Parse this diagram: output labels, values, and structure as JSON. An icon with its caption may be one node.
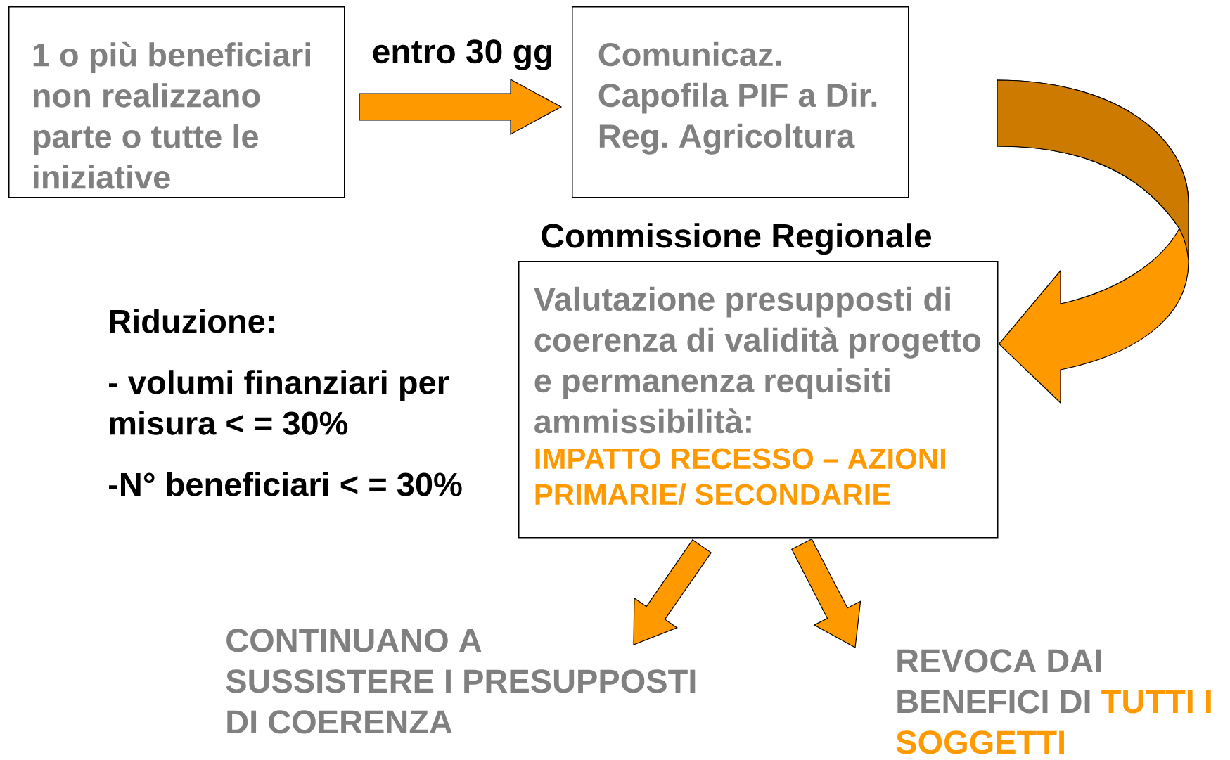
{
  "diagram": {
    "nodes": [
      {
        "text": [
          "1 o più beneficiari non realizzano parte o tutte le iniziative"
        ]
      },
      {
        "text": [
          "Comunicaz. Capofila PIF a Dir. Reg. Agricoltura"
        ]
      },
      {
        "text": [
          "Commissione Regionale",
          "Valutazione presupposti di coerenza di validità progetto e permanenza requisiti ammissibilità:",
          "IMPATTO RECESSO – AZIONI PRIMARIE/ SECONDARIE"
        ]
      },
      {
        "text": [
          "CONTINUANO A SUSSISTERE I PRESUPPOSTI DI COERENZA"
        ]
      },
      {
        "text": [
          "REVOCA DAI BENEFICI DI",
          "TUTTI I SOGGETTI"
        ]
      }
    ],
    "edges": [
      {
        "from": 0,
        "to": 1,
        "arrow": "to",
        "label": "entro 30 gg"
      },
      {
        "from": 1,
        "to": 2,
        "arrow": "to"
      },
      {
        "from": 2,
        "to": 3,
        "arrow": "to"
      },
      {
        "from": 2,
        "to": 4,
        "arrow": "to"
      }
    ],
    "labels": [
      "Riduzione:",
      "- volumi finanziari per misura < = 30%",
      "-**N° beneficiari < = 30%**"
    ]
  }
}
